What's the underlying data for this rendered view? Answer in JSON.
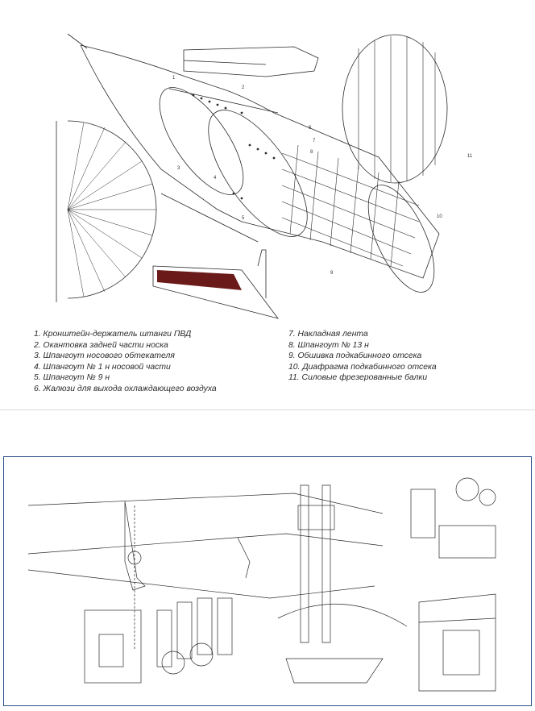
{
  "top_panel": {
    "legend_left": [
      "1. Кронштейн-держатель штанги ПВД",
      "2. Окантовка задней части носка",
      "3. Шпангоут носового обтекателя",
      "4. Шпангоут № 1 н носовой части",
      "5. Шпангоут № 9 н",
      "6. Жалюзи для выхода охлаждающего воздуха"
    ],
    "legend_right": [
      "7. Накладная лента",
      "8. Шпангоут № 13 н",
      "9. Обшивка подкабинного отсека",
      "10. Диафрагма подкабинного отсека",
      "11. Силовые фрезерованные балки"
    ],
    "callouts": [
      "1",
      "2",
      "3",
      "4",
      "5",
      "6",
      "7",
      "8",
      "9",
      "10",
      "11"
    ]
  },
  "colors": {
    "ink": "#2a2a2a",
    "bottom_border": "#2f4f8a"
  }
}
